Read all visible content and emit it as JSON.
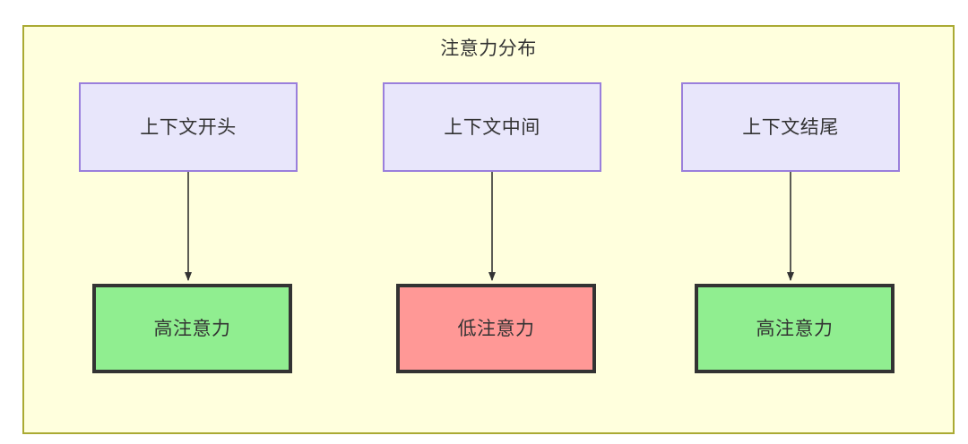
{
  "diagram": {
    "title": "注意力分布",
    "container_fill": "#ffffdd",
    "container_border": "#aaaa33",
    "nodes": {
      "context_start": {
        "label": "上下文开头",
        "fill": "#e8e6fb",
        "border": "#9a7fdc"
      },
      "context_middle": {
        "label": "上下文中间",
        "fill": "#e8e6fb",
        "border": "#9a7fdc"
      },
      "context_end": {
        "label": "上下文结尾",
        "fill": "#e8e6fb",
        "border": "#9a7fdc"
      },
      "attention_start": {
        "label": "高注意力",
        "fill": "#90ee90",
        "border": "#333333"
      },
      "attention_middle": {
        "label": "低注意力",
        "fill": "#ff9896",
        "border": "#333333"
      },
      "attention_end": {
        "label": "高注意力",
        "fill": "#90ee90",
        "border": "#333333"
      }
    },
    "edges": [
      {
        "from": "context_start",
        "to": "attention_start",
        "label": ""
      },
      {
        "from": "context_middle",
        "to": "attention_middle",
        "label": ""
      },
      {
        "from": "context_end",
        "to": "attention_end",
        "label": ""
      }
    ]
  }
}
